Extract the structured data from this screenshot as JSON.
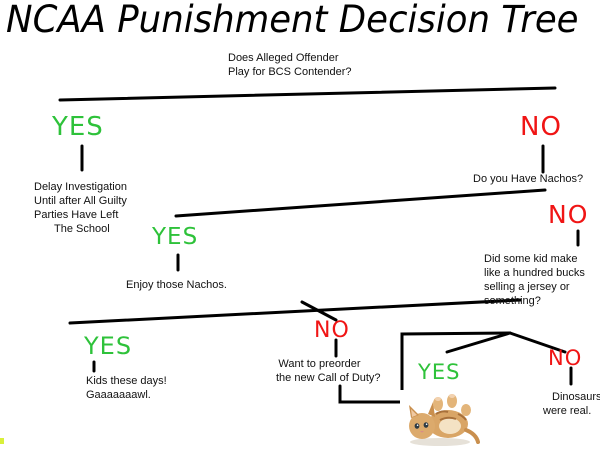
{
  "title": "NCAA Punishment Decision Tree",
  "nodes": {
    "root_question": [
      "Does Alleged Offender",
      "Play for BCS Contender?"
    ],
    "yes_1": "YES",
    "no_1": "NO",
    "leaf_delay": [
      "Delay Investigation",
      "Until after All Guilty",
      "Parties Have Left",
      "The School"
    ],
    "nachos_question": "Do you Have Nachos?",
    "yes_2": "YES",
    "no_2": "NO",
    "leaf_enjoy": "Enjoy those Nachos.",
    "jersey_question": [
      "Did some kid make",
      "like a hundred bucks",
      "selling a jersey or",
      "something?"
    ],
    "yes_3": "YES",
    "no_3": "NO",
    "leaf_kids": [
      "Kids these days!",
      "Gaaaaaaawl."
    ],
    "cod_question": [
      "Want to preorder",
      "the new Call of Duty?"
    ],
    "yes_4": "YES",
    "no_4": "NO",
    "leaf_dinosaurs": [
      "Dinosaurs",
      "were real."
    ]
  },
  "colors": {
    "yes": "#2ec23a",
    "no": "#f01515",
    "line": "#000000"
  },
  "icons": {
    "kitten": "kitten-photo"
  }
}
